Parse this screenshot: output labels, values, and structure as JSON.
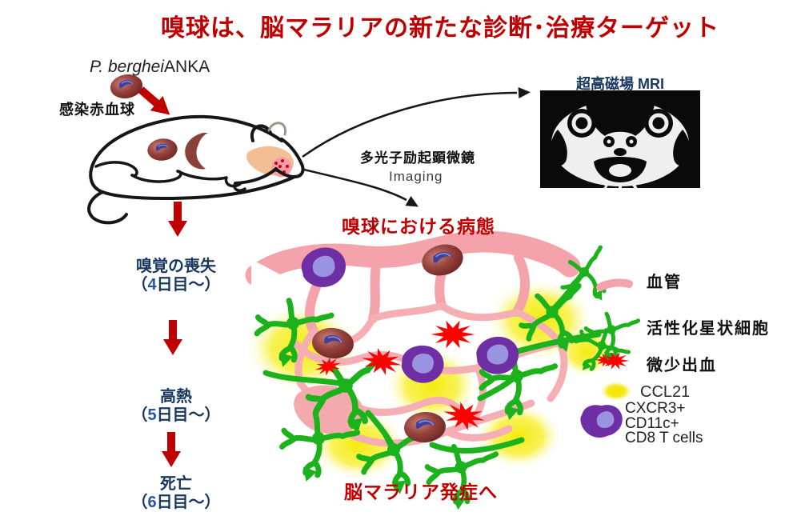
{
  "title": "嗅球は、脳マラリアの新たな診断･治療ターゲット",
  "infection": {
    "pathogen_italic": "P. berghei",
    "pathogen_strain": "ANKA",
    "cell_label": "感染赤血球"
  },
  "imaging": {
    "mri_label": "超高磁場 MRI",
    "microscope_label": "多光子励起顕微鏡",
    "imaging_label": "Imaging"
  },
  "timeline": {
    "items": [
      {
        "symptom": "嗅覚の喪失",
        "day_prefix": "（",
        "day_number": "4",
        "day_suffix": "日目～）"
      },
      {
        "symptom": "高熱",
        "day_prefix": "（",
        "day_number": "5",
        "day_suffix": "日目～）"
      },
      {
        "symptom": "死亡",
        "day_prefix": "（",
        "day_number": "6",
        "day_suffix": "日目～）"
      }
    ]
  },
  "pathology": {
    "heading": "嗅球における病態",
    "outcome": "脳マラリア発症へ"
  },
  "legend": {
    "items": [
      {
        "icon": "pink-vessel-swatch",
        "label": "血管"
      },
      {
        "icon": "green-astrocyte-swatch",
        "label": "活性化星状細胞"
      },
      {
        "icon": "red-hemorrhage-swatch",
        "label": "微少出血"
      },
      {
        "icon": "yellow-ccl21-swatch",
        "label": "CCL21"
      },
      {
        "icon": "purple-tcell-swatch",
        "label_line1": "CXCR3+",
        "label_line2": "CD11c+",
        "label_line3": "CD8 T cells"
      }
    ]
  },
  "colors": {
    "title_red": "#C00000",
    "navy_text": "#17375E",
    "day_number_blue": "#2456A8",
    "vessel_pink": "#F3A3A9",
    "astrocyte_green": "#1CB21C",
    "hemorrhage_red": "#FE0000",
    "ccl21_yellow": "#F2E400",
    "tcell_purple": "#6E2FA5",
    "tcell_inner": "#9A93E2",
    "rbc_maroon": "#97423C"
  }
}
